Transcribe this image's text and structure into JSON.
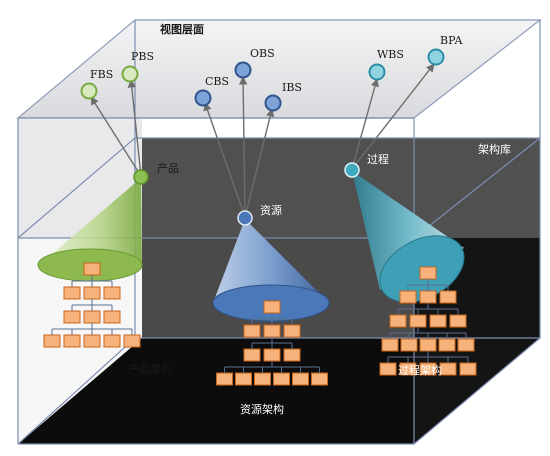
{
  "top_plane_title": "视图层面",
  "library_label": "架构库",
  "nodes": {
    "product": "产品",
    "resource": "资源",
    "process": "过程"
  },
  "views": {
    "fbs": "FBS",
    "pbs": "PBS",
    "cbs": "CBS",
    "obs": "OBS",
    "ibs": "IBS",
    "wbs": "WBS",
    "bpa": "BPA"
  },
  "architectures": {
    "product": "产品架构",
    "resource": "资源架构",
    "process": "过程架构"
  },
  "colors": {
    "green": "#8cc152",
    "blue": "#4a78b8",
    "teal": "#3fa9c0",
    "box_fill": "#f6b27a",
    "box_stroke": "#c8651a",
    "dark_box": "#111111"
  }
}
